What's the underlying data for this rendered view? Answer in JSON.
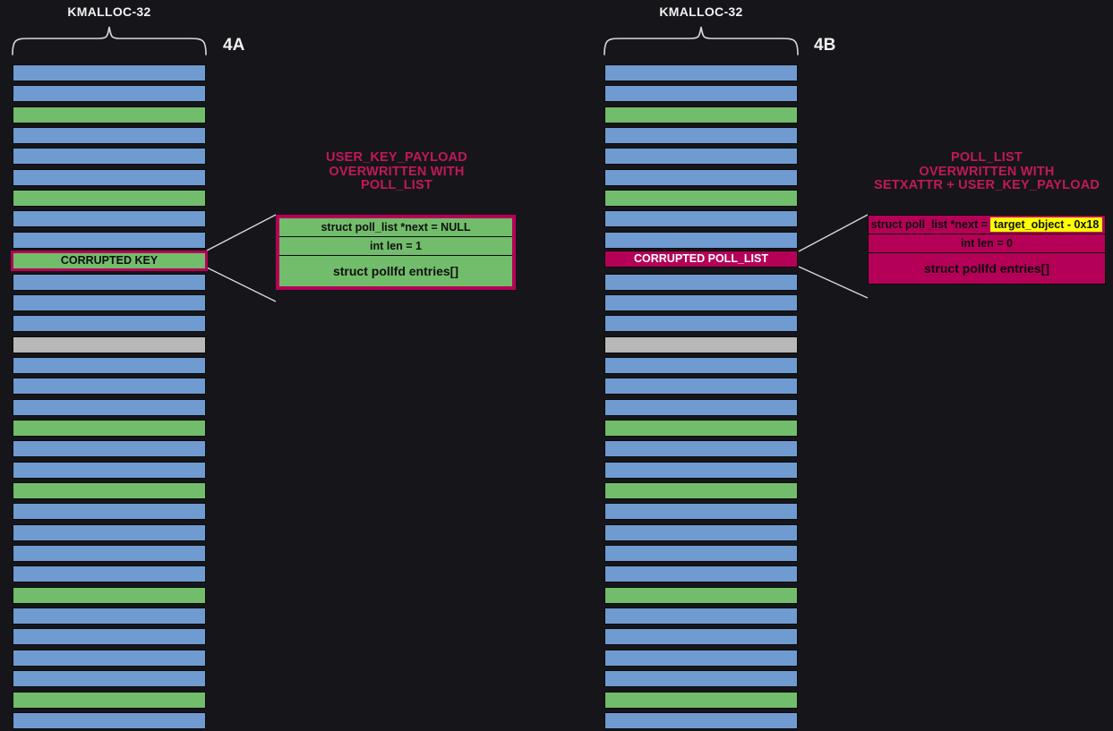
{
  "background_color": "#16161a",
  "palette": {
    "blue": "#6f9bd1",
    "green": "#72bd6b",
    "grey": "#b8b8b8",
    "magenta": "#b50057",
    "highlight_yellow": "#ffff00",
    "text_light": "#f2f2f4",
    "line": "#d8d8d8"
  },
  "panels": [
    {
      "id": "panel-a",
      "step_label": "4A",
      "slab_title": "KMALLOC-32",
      "callout": {
        "title": "USER_KEY_PAYLOAD\nOVERWRITTEN WITH\nPOLL_LIST",
        "style": "green-box",
        "fields": [
          {
            "name": "next-pointer",
            "text": "struct poll_list *next = NULL",
            "highlight": null
          },
          {
            "name": "len-field",
            "text": "int len = 1",
            "highlight": null
          },
          {
            "name": "entries-field",
            "text": "struct pollfd entries[]",
            "highlight": null
          }
        ]
      },
      "highlight_row": {
        "index": 9,
        "label": "CORRUPTED KEY",
        "style": "hl-key"
      },
      "rows": [
        "blue",
        "blue",
        "green",
        "blue",
        "blue",
        "blue",
        "green",
        "blue",
        "blue",
        "highlight",
        "blue",
        "blue",
        "blue",
        "grey",
        "blue",
        "blue",
        "blue",
        "green",
        "blue",
        "blue",
        "green",
        "blue",
        "blue",
        "blue",
        "blue",
        "green",
        "blue",
        "blue",
        "blue",
        "blue",
        "green",
        "blue"
      ]
    },
    {
      "id": "panel-b",
      "step_label": "4B",
      "slab_title": "KMALLOC-32",
      "callout": {
        "title": "POLL_LIST\nOVERWRITTEN WITH\nSETXATTR + USER_KEY_PAYLOAD",
        "style": "magenta-box",
        "fields": [
          {
            "name": "next-pointer",
            "text": "struct poll_list *next =",
            "highlight": "target_object - 0x18"
          },
          {
            "name": "len-field",
            "text": "int len = 0",
            "highlight": null
          },
          {
            "name": "entries-field",
            "text": "struct pollfd entries[]",
            "highlight": null
          }
        ]
      },
      "highlight_row": {
        "index": 9,
        "label": "CORRUPTED POLL_LIST",
        "style": "hl-poll"
      },
      "rows": [
        "blue",
        "blue",
        "green",
        "blue",
        "blue",
        "blue",
        "green",
        "blue",
        "blue",
        "highlight",
        "blue",
        "blue",
        "blue",
        "grey",
        "blue",
        "blue",
        "blue",
        "green",
        "blue",
        "blue",
        "green",
        "blue",
        "blue",
        "blue",
        "blue",
        "green",
        "blue",
        "blue",
        "blue",
        "blue",
        "green",
        "blue"
      ]
    }
  ]
}
